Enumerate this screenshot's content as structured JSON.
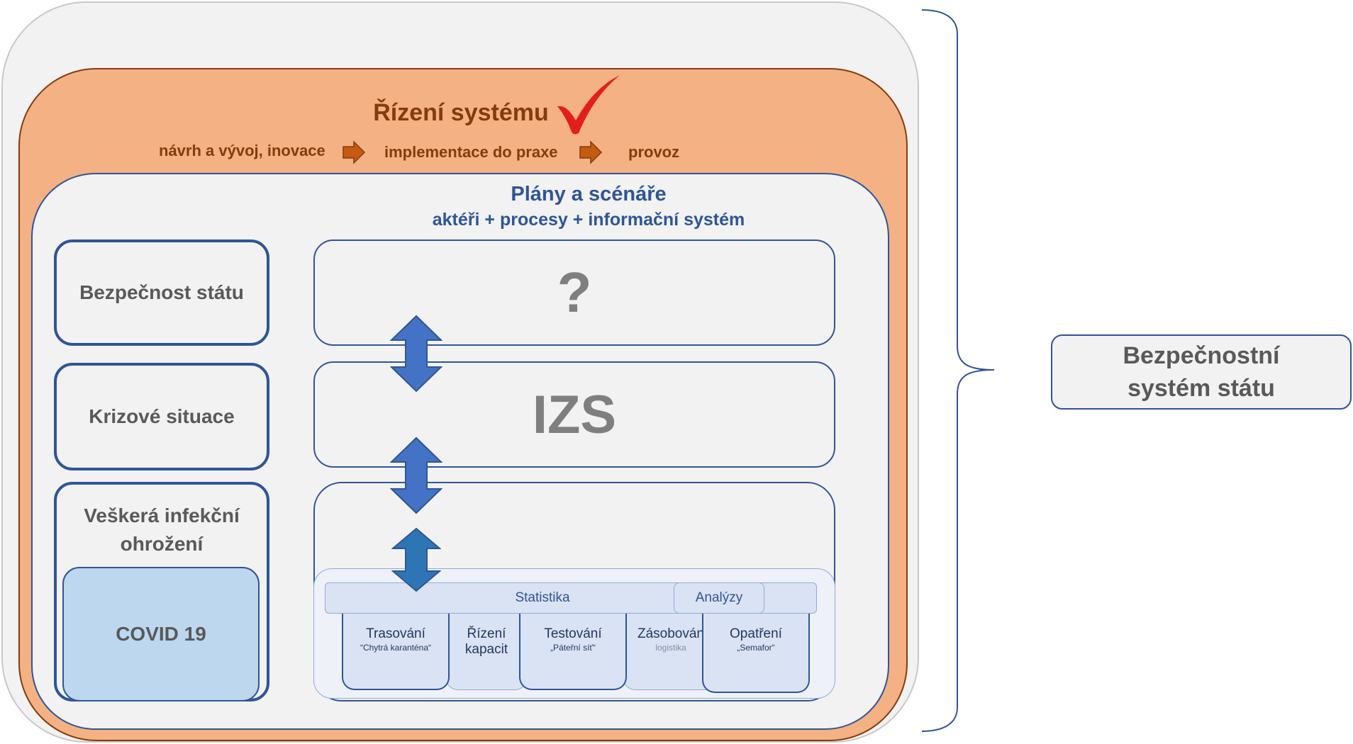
{
  "management": {
    "title": "Řízení systému",
    "steps": [
      "návrh a vývoj, inovace",
      "implementace do praxe",
      "provoz"
    ]
  },
  "plans": {
    "title": "Plány a scénáře",
    "subtitle": "aktéři + procesy + informační systém"
  },
  "left_levels": [
    "Bezpečnost státu",
    "Krizové situace",
    "Veškerá infekční ohrožení"
  ],
  "covid_label": "COVID 19",
  "right_levels": [
    "?",
    "IZS"
  ],
  "statistics": {
    "label": "Statistika",
    "analyses": "Analýzy"
  },
  "modules": [
    {
      "title": "Trasování",
      "sub": "“Chytrá karanténa“"
    },
    {
      "title": "Řízení kapacit",
      "sub": ""
    },
    {
      "title": "Testování",
      "sub": "„Páteřní síť“"
    },
    {
      "title": "Zásobován",
      "sub": "logistika"
    },
    {
      "title": "Opatření",
      "sub": "„Semafor“"
    }
  ],
  "side_label": "Bezpečnostní systém státu",
  "colors": {
    "orange_fill": "#f4b183",
    "orange_text": "#843c0c",
    "blue": "#2f5597",
    "arrow_blue": "#4472c4",
    "check_red": "#e31e1e"
  },
  "icons": [
    "check-mark-icon",
    "arrow-right-icon",
    "double-arrow-vertical-icon",
    "curly-brace-icon"
  ]
}
